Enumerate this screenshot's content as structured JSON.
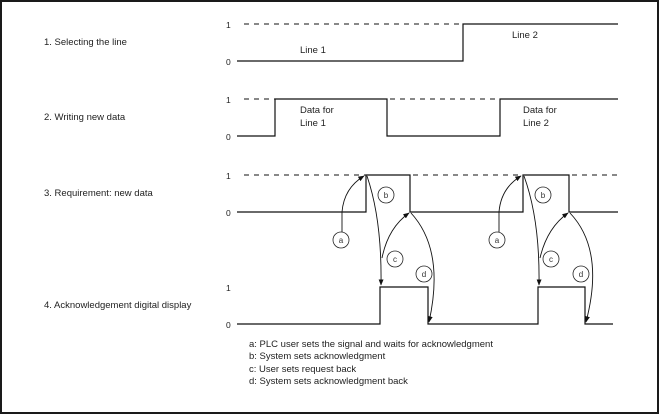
{
  "diagram": {
    "signals": [
      {
        "id": "selecting-line",
        "label": "1. Selecting the line",
        "high_label": "1",
        "low_label": "0",
        "annotations": [
          "Line 1",
          "Line 2"
        ]
      },
      {
        "id": "writing-data",
        "label": "2. Writing new data",
        "high_label": "1",
        "low_label": "0",
        "annotations": [
          [
            "Data for",
            "Line 1"
          ],
          [
            "Data for",
            "Line 2"
          ]
        ]
      },
      {
        "id": "requirement",
        "label": "3. Requirement: new data",
        "high_label": "1",
        "low_label": "0"
      },
      {
        "id": "acknowledgement",
        "label": "4. Acknowledgement digital display",
        "high_label": "1",
        "low_label": "0"
      }
    ],
    "markers": [
      "a",
      "b",
      "c",
      "d"
    ],
    "legend": [
      "a: PLC user sets the signal and waits for acknowledgment",
      "b: System sets acknowledgment",
      "c: User sets request back",
      "d: System sets acknowledgment back"
    ]
  }
}
